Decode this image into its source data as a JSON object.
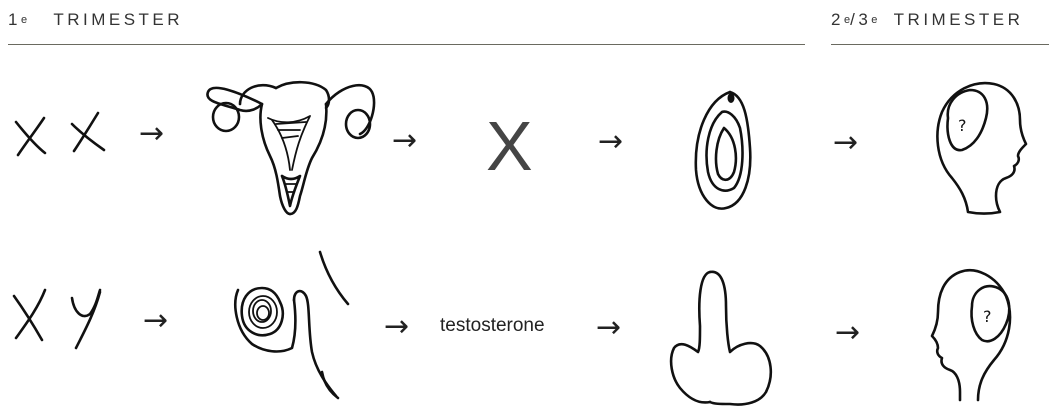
{
  "header_left": {
    "ordinal": "1",
    "sup": "e",
    "label": "TRIMESTER"
  },
  "header_right": {
    "ordinal1": "2",
    "sup1": "e",
    "sep": "/",
    "ordinal2": "3",
    "sup2": "e",
    "label": "TRIMESTER"
  },
  "row1": {
    "chromosome_symbol": "X"
  },
  "row2": {
    "hormone_label": "testosterone"
  },
  "arrow_glyph": "→",
  "head_marks": {
    "top": "?",
    "bottom": "?"
  }
}
